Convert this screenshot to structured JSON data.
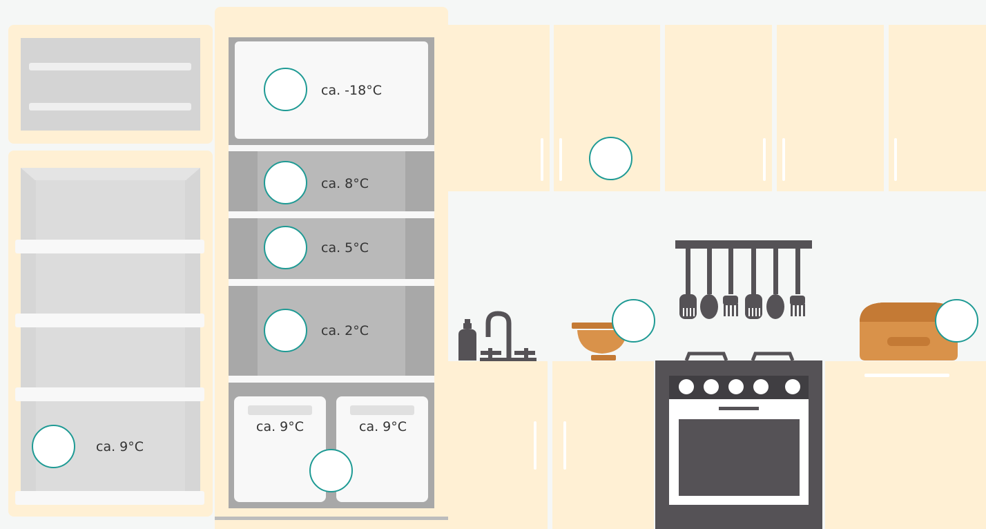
{
  "scene": "kitchen-fridge",
  "colors": {
    "accent": "#1e9a94",
    "cream": "#fff0d4",
    "background": "#f5f7f6",
    "appliance_dark": "#555256",
    "wood": "#d9924a"
  },
  "fridge_door": {
    "hotspot_label": "ca. 9°C"
  },
  "fridge_body": {
    "freezer_label": "ca. -18°C",
    "shelf_top_label": "ca. 8°C",
    "shelf_mid_label": "ca. 5°C",
    "shelf_low_label": "ca. 2°C",
    "drawer_left_label": "ca. 9°C",
    "drawer_right_label": "ca. 9°C"
  }
}
